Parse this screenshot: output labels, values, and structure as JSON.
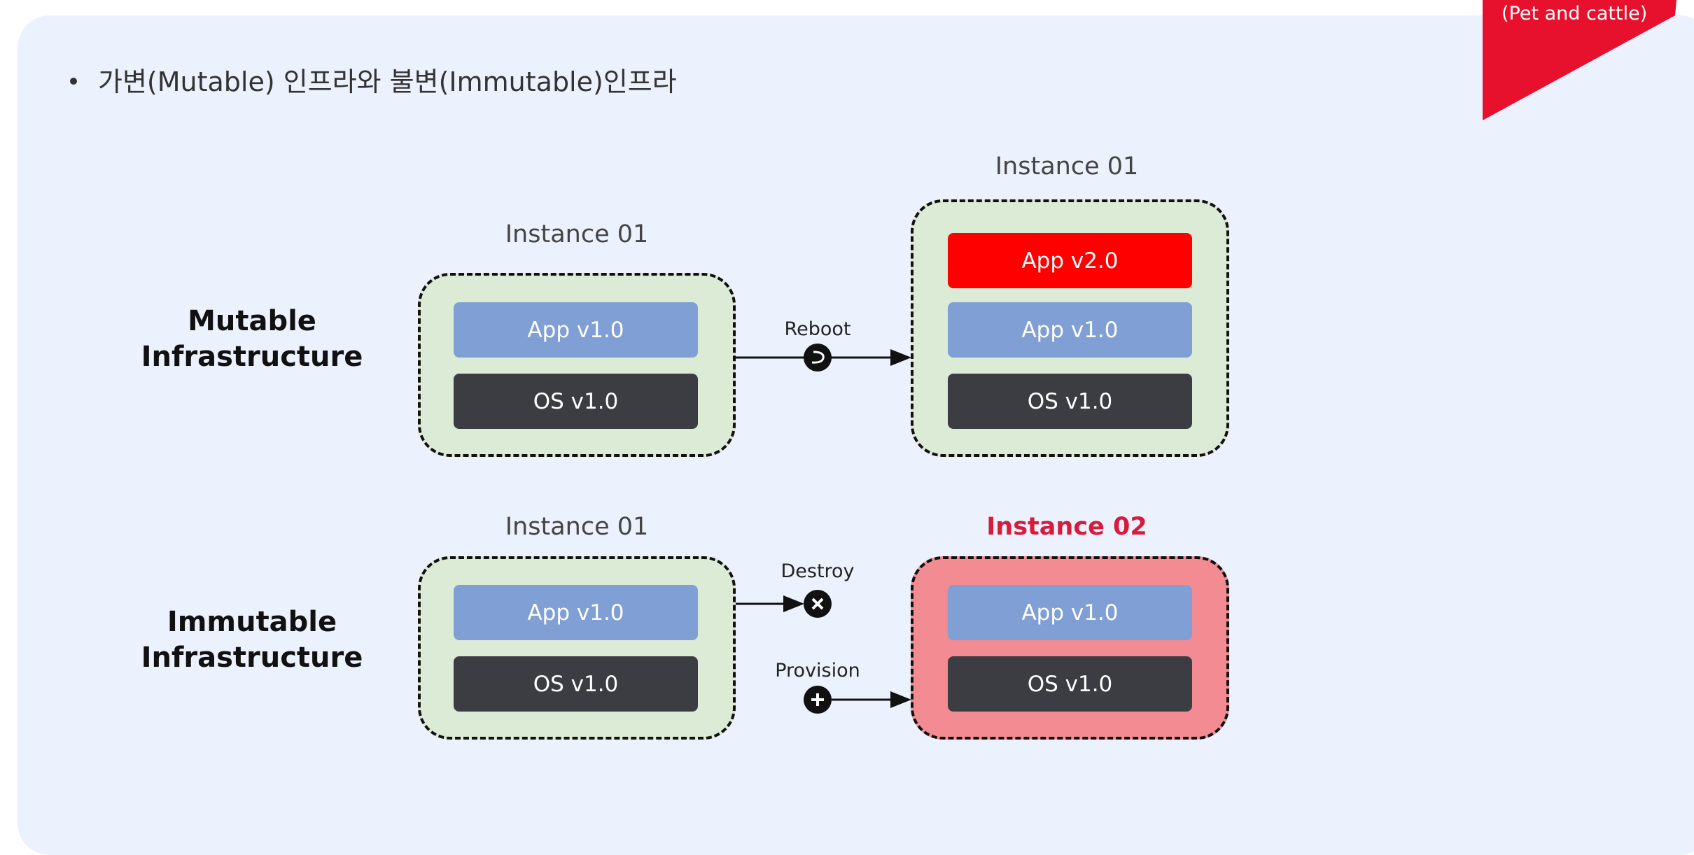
{
  "title": "가변(Mutable) 인프라와 불변(Immutable)인프라",
  "corner": {
    "text": "(Pet and cattle)",
    "color": "#e8112d"
  },
  "mutable": {
    "label_line1": "Mutable",
    "label_line2": "Infrastructure",
    "before": {
      "title": "Instance 01",
      "layers": [
        "App v1.0",
        "OS v1.0"
      ]
    },
    "action": {
      "label": "Reboot",
      "icon": "reboot-icon"
    },
    "after": {
      "title": "Instance 01",
      "layers": [
        "App v2.0",
        "App v1.0",
        "OS v1.0"
      ]
    }
  },
  "immutable": {
    "label_line1": "Immutable",
    "label_line2": "Infrastructure",
    "before": {
      "title": "Instance 01",
      "layers": [
        "App v1.0",
        "OS v1.0"
      ]
    },
    "destroy": {
      "label": "Destroy",
      "icon": "x-icon"
    },
    "provision": {
      "label": "Provision",
      "icon": "plus-icon"
    },
    "after": {
      "title": "Instance 02",
      "layers": [
        "App v1.0",
        "OS v1.0"
      ]
    }
  },
  "colors": {
    "container": "#dcebd5",
    "new_container": "#f28b92",
    "app": "#7f9fd5",
    "os": "#3c3d42",
    "new_app": "#ff0000",
    "highlight": "#d81b3c"
  }
}
